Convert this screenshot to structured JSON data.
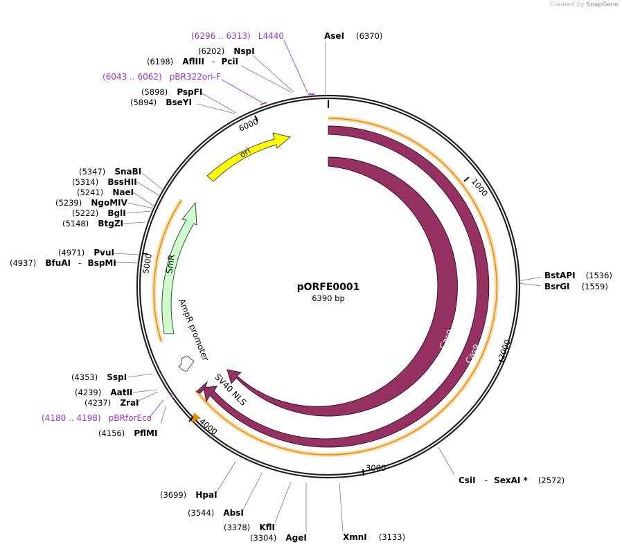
{
  "credit": {
    "prefix": "Created by",
    "brand": "SnapGene"
  },
  "plasmid": {
    "name": "pORFE0001",
    "size": "6390 bp",
    "length": 6390
  },
  "ticks": [
    "1000",
    "2000",
    "3000",
    "4000",
    "5000",
    "6000"
  ],
  "features": [
    {
      "label": "Cas9",
      "color": "#963263"
    },
    {
      "label": "Cas9",
      "color": "#963263"
    },
    {
      "label": "SV40 NLS",
      "color": "#963263"
    },
    {
      "label": "ori",
      "color": "#ffff00"
    },
    {
      "label": "SmR",
      "color": "#ccffcc"
    },
    {
      "label": "AmpR promoter",
      "color": "#ffffff"
    }
  ],
  "primers": [
    {
      "range": "(6296 .. 6313)",
      "name": "L4440"
    },
    {
      "range": "(6043 .. 6062)",
      "name": "pBR322ori-F"
    },
    {
      "range": "(4180 .. 4198)",
      "name": "pBRforEco"
    }
  ],
  "sites": [
    {
      "name": "AseI",
      "pos": "(6370)"
    },
    {
      "name": "NspI",
      "pos": "(6202)"
    },
    {
      "name": "AflIII",
      "name2": "PciI",
      "pos": "(6198)"
    },
    {
      "name": "PspFI",
      "pos": "(5898)"
    },
    {
      "name": "BseYI",
      "pos": "(5894)"
    },
    {
      "name": "SnaBI",
      "pos": "(5347)"
    },
    {
      "name": "BssHII",
      "pos": "(5314)"
    },
    {
      "name": "NaeI",
      "pos": "(5241)"
    },
    {
      "name": "NgoMIV",
      "pos": "(5239)"
    },
    {
      "name": "BglI",
      "pos": "(5222)"
    },
    {
      "name": "BtgZI",
      "pos": "(5148)"
    },
    {
      "name": "PvuI",
      "pos": "(4971)"
    },
    {
      "name": "BfuAI",
      "name2": "BspMI",
      "pos": "(4937)"
    },
    {
      "name": "BstAPI",
      "pos": "(1536)"
    },
    {
      "name": "BsrGI",
      "pos": "(1559)"
    },
    {
      "name": "SspI",
      "pos": "(4353)"
    },
    {
      "name": "AatII",
      "pos": "(4239)"
    },
    {
      "name": "ZraI",
      "pos": "(4237)"
    },
    {
      "name": "PflMI",
      "pos": "(4156)"
    },
    {
      "name": "CsiI",
      "name2": "SexAI *",
      "pos": "(2572)"
    },
    {
      "name": "HpaI",
      "pos": "(3699)"
    },
    {
      "name": "AbsI",
      "pos": "(3544)"
    },
    {
      "name": "KflI",
      "pos": "(3378)"
    },
    {
      "name": "AgeI",
      "pos": "(3304)"
    },
    {
      "name": "XmnI",
      "pos": "(3133)"
    }
  ]
}
